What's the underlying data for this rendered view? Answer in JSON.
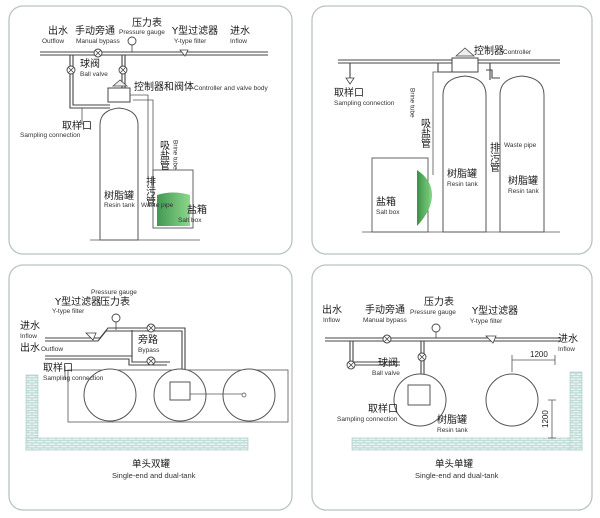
{
  "panel1": {
    "outflow_cn": "出水",
    "outflow_en": "Outflow",
    "bypass_cn": "手动旁通",
    "bypass_en": "Manual bypass",
    "gauge_cn": "压力表",
    "gauge_en": "Pressure gauge",
    "filter_cn": "Y型过滤器",
    "filter_en": "Y-type filter",
    "inflow_cn": "进水",
    "inflow_en": "Inflow",
    "ballvalve_cn": "球阀",
    "ballvalve_en": "Ball valve",
    "controller_cn": "控制器和阀体",
    "controller_en": "Controller and valve body",
    "sampling_cn": "取样口",
    "sampling_en": "Sampling connection",
    "brine_cn": "吸盐管",
    "brine_en": "Brine tube",
    "waste_cn": "排污管",
    "waste_en": "Waste pipe",
    "resin_cn": "树脂罐",
    "resin_en": "Resin tank",
    "salt_cn": "盐箱",
    "salt_en": "Salt box"
  },
  "panel2": {
    "controller_cn": "控制器",
    "controller_en": "Controller",
    "sampling_cn": "取样口",
    "sampling_en": "Sampling connection",
    "brine_cn": "吸盐管",
    "brine_en": "Brine tube",
    "waste_cn": "排污管",
    "waste_en": "Waste pipe",
    "resin1_cn": "树脂罐",
    "resin1_en": "Resin tank",
    "resin2_cn": "树脂罐",
    "resin2_en": "Resin tank",
    "salt_cn": "盐箱",
    "salt_en": "Salt box"
  },
  "panel3": {
    "gauge_en": "Pressure gauge",
    "filter_cn": "Y型过滤器",
    "filter_en": "Y-type filter",
    "gauge_cn": "压力表",
    "inflow_cn": "进水",
    "inflow_en": "Inflow",
    "outflow_cn": "出水",
    "outflow_en": "Outflow",
    "bypass_cn": "旁路",
    "bypass_en": "Bypass",
    "sampling_cn": "取样口",
    "sampling_en": "Sampling connection",
    "caption_cn": "单头双罐",
    "caption_en": "Single-end and dual-tank"
  },
  "panel4": {
    "outflow_cn": "出水",
    "outflow_en": "Inflow",
    "bypass_cn": "手动旁通",
    "bypass_en": "Manual bypass",
    "gauge_cn": "压力表",
    "gauge_en": "Pressure gauge",
    "filter_cn": "Y型过滤器",
    "filter_en": "Y-type filter",
    "inflow_cn": "进水",
    "inflow_en": "Inflow",
    "ballvalve_cn": "球阀",
    "ballvalve_en": "Ball valve",
    "sampling_cn": "取样口",
    "sampling_en": "Sampling connection",
    "resin_cn": "树脂罐",
    "resin_en": "Resin tank",
    "dim_h": "1200",
    "dim_v": "1200",
    "caption_cn": "单头单罐",
    "caption_en": "Single-end and dual-tank"
  },
  "colors": {
    "panel_border": "#b9c3c2",
    "salt_fill": "#4caf50",
    "wall": "#9fc9c3"
  }
}
